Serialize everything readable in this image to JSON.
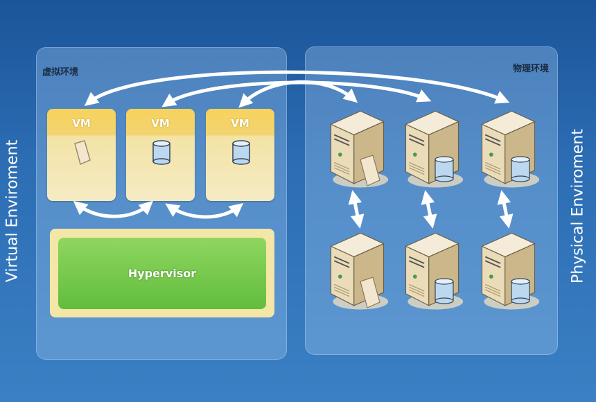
{
  "left_panel": {
    "label": "虚拟环境",
    "side_label": "Virtual Enviroment"
  },
  "right_panel": {
    "label": "物理环境",
    "side_label": "Physical Enviroment"
  },
  "vms": [
    {
      "label": "VM",
      "icon": "document-icon"
    },
    {
      "label": "VM",
      "icon": "database-icon"
    },
    {
      "label": "VM",
      "icon": "database-icon"
    }
  ],
  "hypervisor": {
    "label": "Hypervisor"
  },
  "servers": [
    {
      "row": "top",
      "icon": "document-icon"
    },
    {
      "row": "top",
      "icon": "database-icon"
    },
    {
      "row": "top",
      "icon": "database-icon"
    },
    {
      "row": "bottom",
      "icon": "document-icon"
    },
    {
      "row": "bottom",
      "icon": "database-icon"
    },
    {
      "row": "bottom",
      "icon": "database-icon"
    }
  ],
  "colors": {
    "vm_header": "#f7d35c",
    "hypervisor": "#62bd3d",
    "background": "#2c6db3"
  }
}
